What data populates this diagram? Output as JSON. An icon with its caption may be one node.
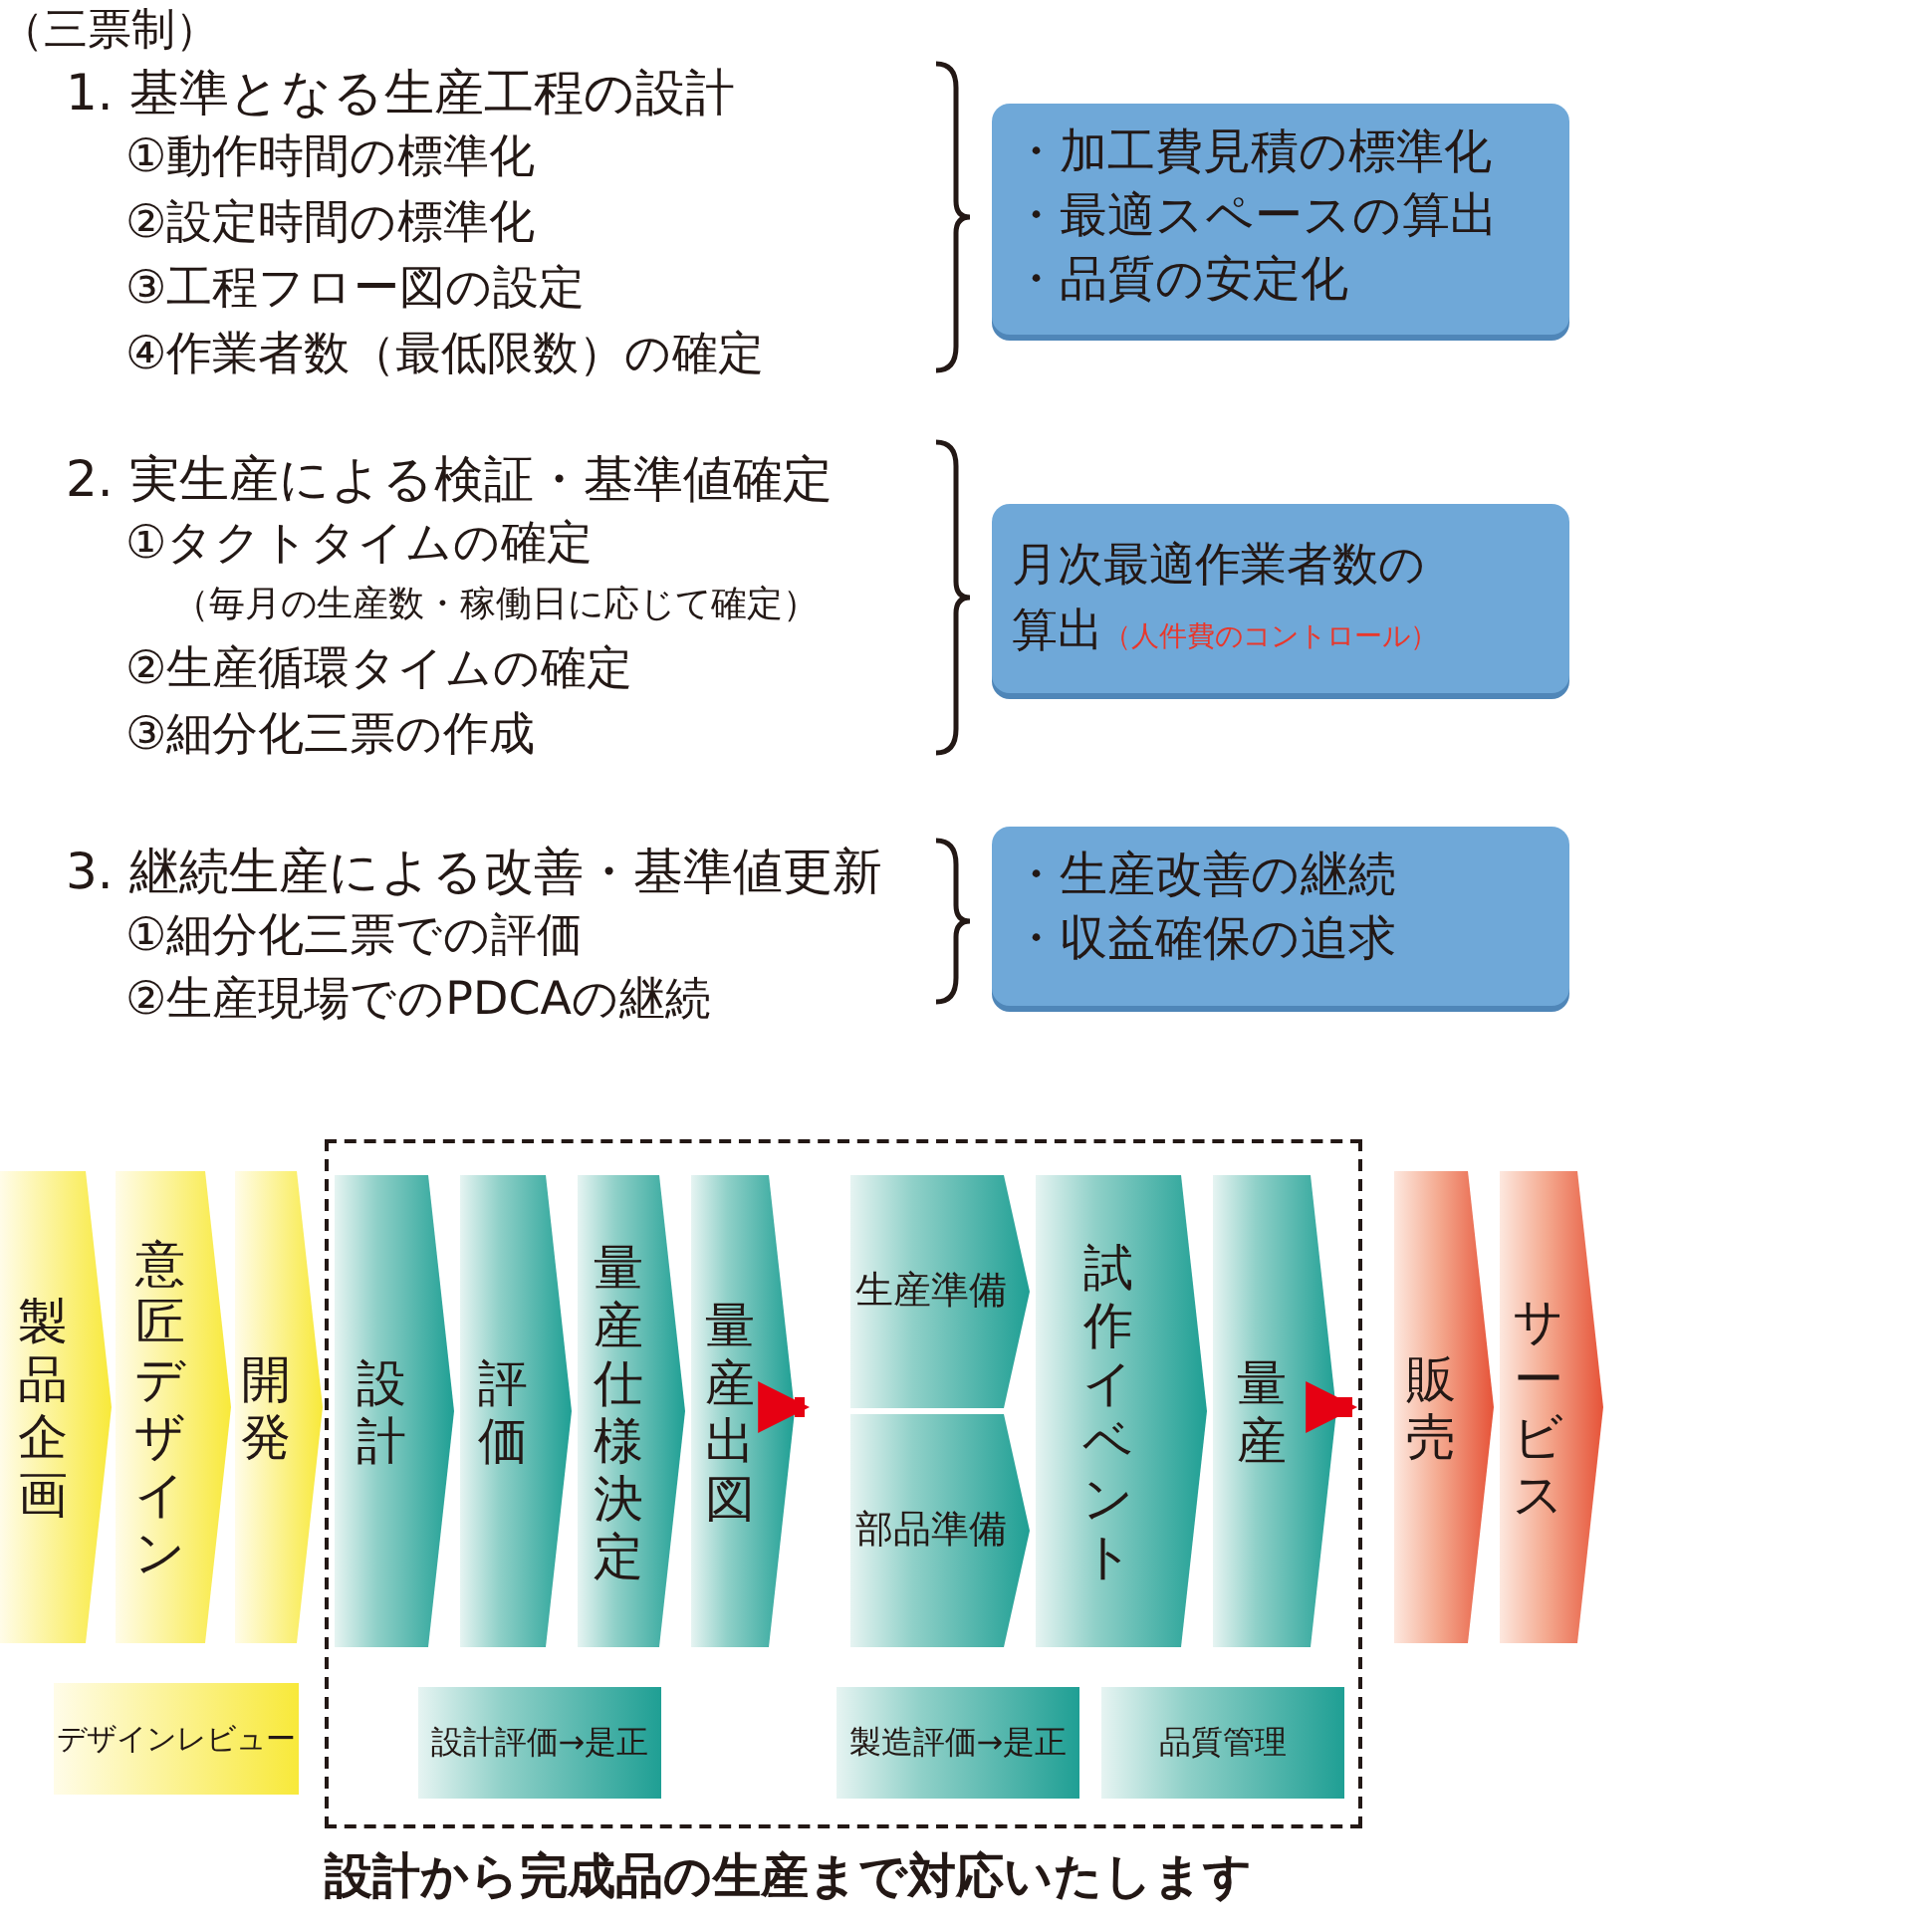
{
  "diagram": {
    "caption": "設計から完成品の生産まで対応いたします",
    "nodes": [
      {
        "text": [
          "・加工費見積の標準化",
          "・最適スペースの算出",
          "・品質の安定化"
        ]
      },
      {
        "text": [
          "月次最適作業者数の算出",
          "（人件費のコントロール）"
        ]
      },
      {
        "text": [
          "・生産改善の継続",
          "・収益確保の追求"
        ]
      },
      {
        "text": [],
        "shape": "box"
      },
      {
        "text": [
          "製品企画"
        ]
      },
      {
        "text": [
          "意匠デザイン"
        ]
      },
      {
        "text": [
          "開発"
        ]
      },
      {
        "text": [
          "設計"
        ],
        "in": 3
      },
      {
        "text": [
          "評価"
        ],
        "in": 3
      },
      {
        "text": [
          "量産仕様決定"
        ],
        "in": 3
      },
      {
        "text": [
          "量産出図"
        ],
        "in": 3
      },
      {
        "text": [
          "生産準備"
        ],
        "in": 3
      },
      {
        "text": [
          "部品準備"
        ],
        "in": 3
      },
      {
        "text": [
          "試作イベント"
        ],
        "in": 3
      },
      {
        "text": [
          "量産"
        ],
        "in": 3
      },
      {
        "text": [
          "販売"
        ]
      },
      {
        "text": [
          "サービス"
        ]
      },
      {
        "text": [
          "デザインレビュー"
        ]
      },
      {
        "text": [
          "設計評価→是正"
        ],
        "in": 3
      },
      {
        "text": [
          "製造評価→是正"
        ],
        "in": 3
      },
      {
        "text": [
          "品質管理"
        ],
        "in": 3
      }
    ],
    "edges": [
      {
        "from": 10,
        "to": 11,
        "arrow": "to"
      },
      {
        "from": 10,
        "to": 12,
        "arrow": "to"
      },
      {
        "from": 14,
        "to": 15,
        "arrow": "to"
      }
    ],
    "labels": [
      "（三票制）",
      "1. 基準となる生産工程の設計",
      "①動作時間の標準化",
      "②設定時間の標準化",
      "③工程フロー図の設定",
      "④作業者数（最低限数）の確定",
      "2. 実生産による検証・基準値確定",
      "①タクトタイムの確定",
      "（毎月の生産数・稼働日に応じて確定）",
      "②生産循環タイムの確定",
      "③細分化三票の作成",
      "3. 継続生産による改善・基準値更新",
      "①細分化三票での評価",
      "②生産現場でのPDCAの継続"
    ]
  }
}
